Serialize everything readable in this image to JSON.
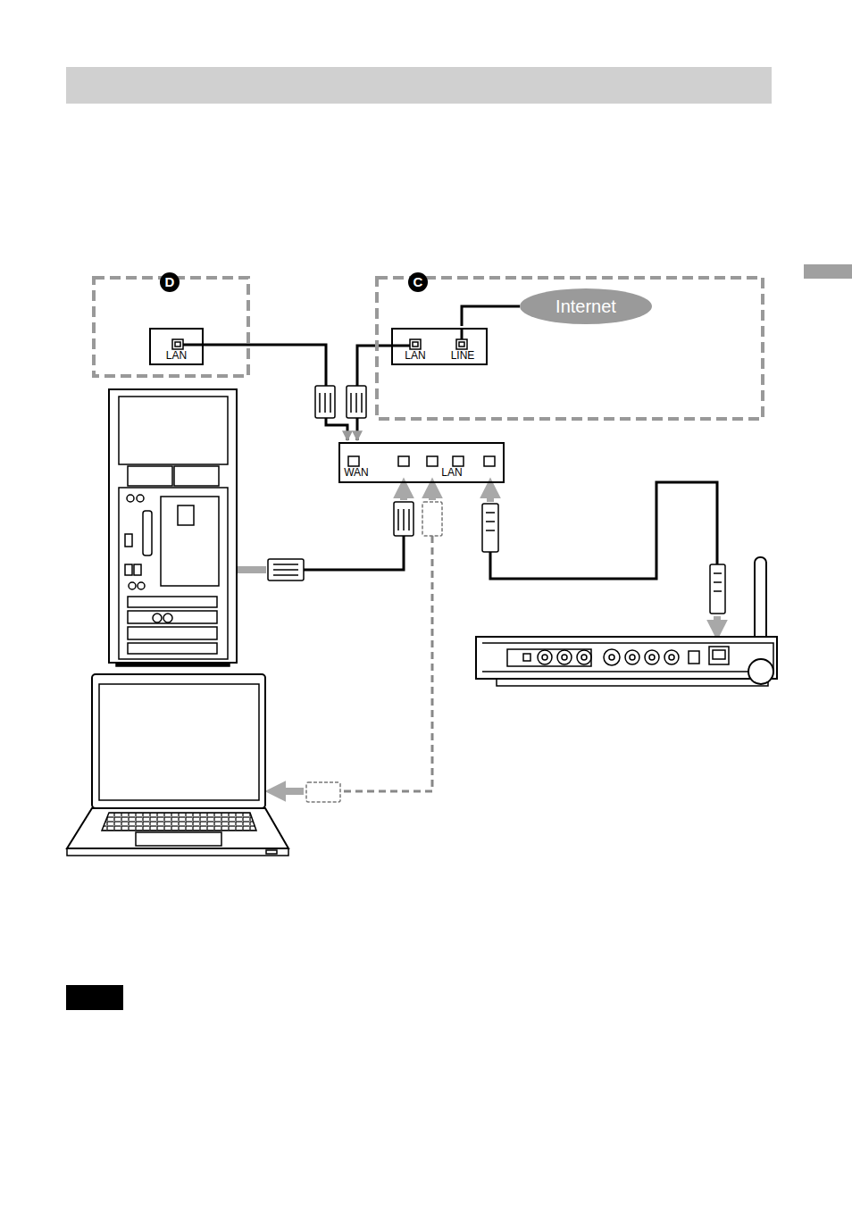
{
  "diagram": {
    "nodes": [
      {
        "text": [
          "D"
        ]
      },
      {
        "text": [
          "LAN"
        ],
        "in": 0
      },
      {
        "text": [
          "C"
        ]
      },
      {
        "text": [
          "Internet"
        ],
        "in": 2
      },
      {
        "text": [
          "LAN",
          "LINE"
        ],
        "in": 2
      },
      {
        "text": [
          "WAN",
          "LAN"
        ]
      }
    ],
    "edges": [
      {
        "from": 3,
        "to": 4,
        "arrow": "none"
      },
      {
        "from": 1,
        "to": 5,
        "arrow": "to"
      },
      {
        "from": 4,
        "to": 5,
        "arrow": "to"
      }
    ]
  }
}
